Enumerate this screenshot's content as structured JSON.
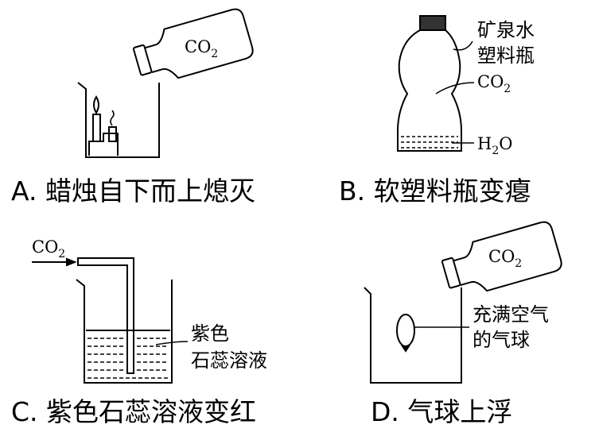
{
  "panels": {
    "a": {
      "caption": "A. 蜡烛自下而上熄灭",
      "bottle_label": "CO",
      "bottle_label_sub": "2"
    },
    "b": {
      "caption": "B. 软塑料瓶变瘪",
      "bottle_label_line1": "矿泉水",
      "bottle_label_line2": "塑料瓶",
      "gas_label": "CO",
      "gas_label_sub": "2",
      "water_label_h": "H",
      "water_label_sub": "2",
      "water_label_o": "O"
    },
    "c": {
      "caption": "C. 紫色石蕊溶液变红",
      "gas_in_label": "CO",
      "gas_in_label_sub": "2",
      "solution_label_line1": "紫色",
      "solution_label_line2": "石蕊溶液"
    },
    "d": {
      "caption": "D. 气球上浮",
      "bottle_label": "CO",
      "bottle_label_sub": "2",
      "balloon_label_line1": "充满空气",
      "balloon_label_line2": "的气球"
    }
  }
}
